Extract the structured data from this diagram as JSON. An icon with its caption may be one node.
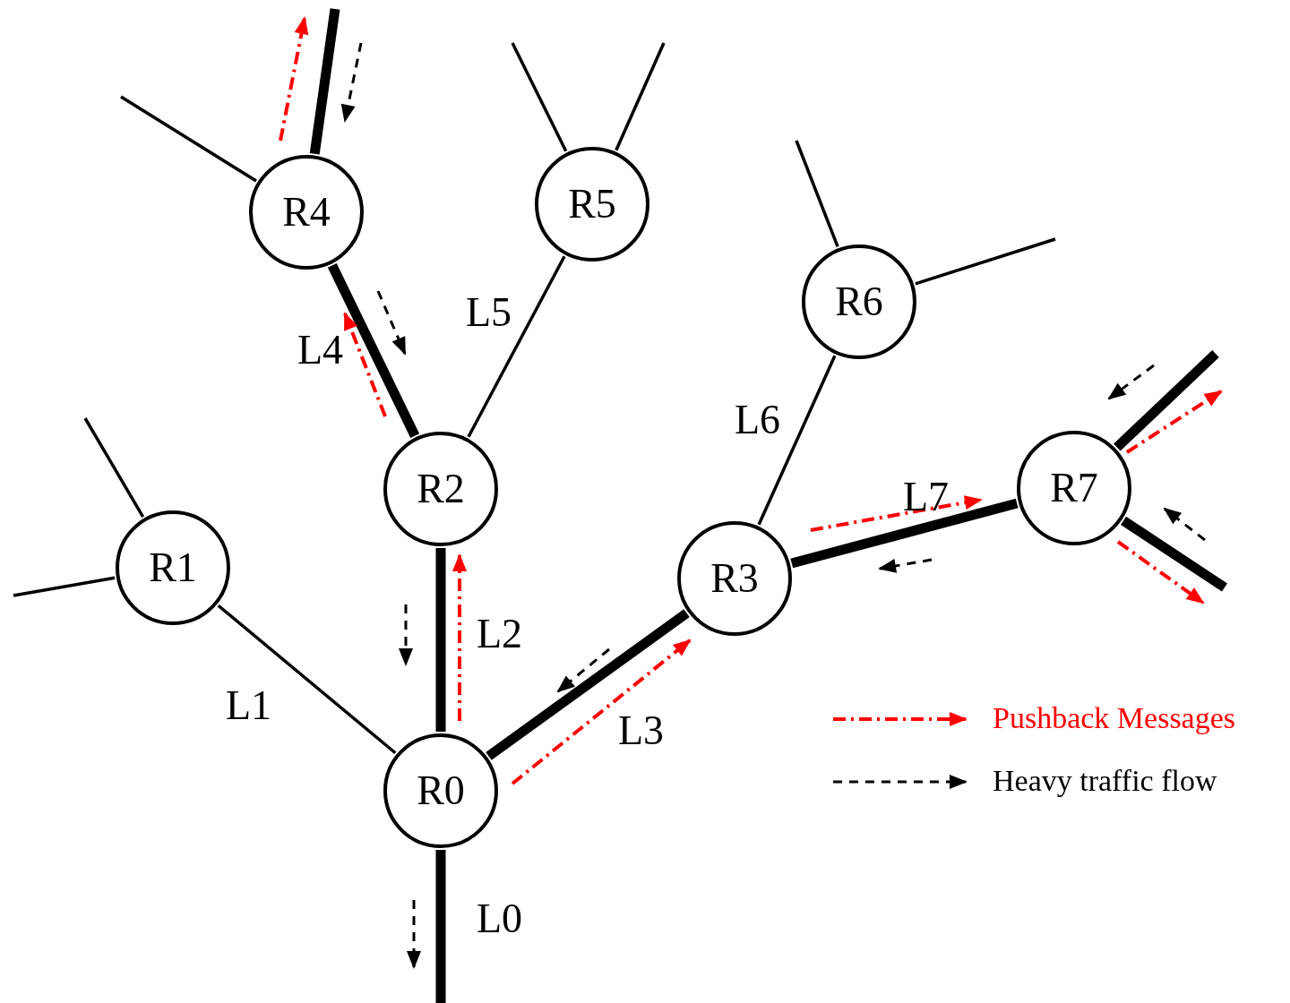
{
  "diagram": {
    "nodes": [
      {
        "text": [
          "R0"
        ]
      },
      {
        "text": [
          "R1"
        ]
      },
      {
        "text": [
          "R2"
        ]
      },
      {
        "text": [
          "R3"
        ]
      },
      {
        "text": [
          "R4"
        ]
      },
      {
        "text": [
          "R5"
        ]
      },
      {
        "text": [
          "R6"
        ]
      },
      {
        "text": [
          "R7"
        ]
      }
    ],
    "edges": [
      {
        "from": 0,
        "to": null,
        "arrow": "none",
        "label": "L0",
        "style": "thick"
      },
      {
        "from": 1,
        "to": 0,
        "arrow": "none",
        "label": "L1"
      },
      {
        "from": 0,
        "to": 2,
        "arrow": "none",
        "label": "L2",
        "style": "thick"
      },
      {
        "from": 0,
        "to": 3,
        "arrow": "none",
        "label": "L3",
        "style": "thick"
      },
      {
        "from": 2,
        "to": 4,
        "arrow": "none",
        "label": "L4",
        "style": "thick"
      },
      {
        "from": 2,
        "to": 5,
        "arrow": "none",
        "label": "L5"
      },
      {
        "from": 3,
        "to": 6,
        "arrow": "none",
        "label": "L6"
      },
      {
        "from": 3,
        "to": 7,
        "arrow": "none",
        "label": "L7",
        "style": "thick"
      },
      {
        "from": 1,
        "to": null,
        "arrow": "none"
      },
      {
        "from": 1,
        "to": null,
        "arrow": "none"
      },
      {
        "from": 4,
        "to": null,
        "arrow": "none"
      },
      {
        "from": 4,
        "to": null,
        "arrow": "none",
        "style": "thick"
      },
      {
        "from": 5,
        "to": null,
        "arrow": "none"
      },
      {
        "from": 5,
        "to": null,
        "arrow": "none"
      },
      {
        "from": 6,
        "to": null,
        "arrow": "none"
      },
      {
        "from": 6,
        "to": null,
        "arrow": "none"
      },
      {
        "from": 7,
        "to": null,
        "arrow": "none",
        "style": "thick"
      },
      {
        "from": 7,
        "to": null,
        "arrow": "none",
        "style": "thick"
      }
    ],
    "legend": [
      {
        "text": "Pushback Messages"
      },
      {
        "text": "Heavy traffic flow"
      }
    ]
  }
}
